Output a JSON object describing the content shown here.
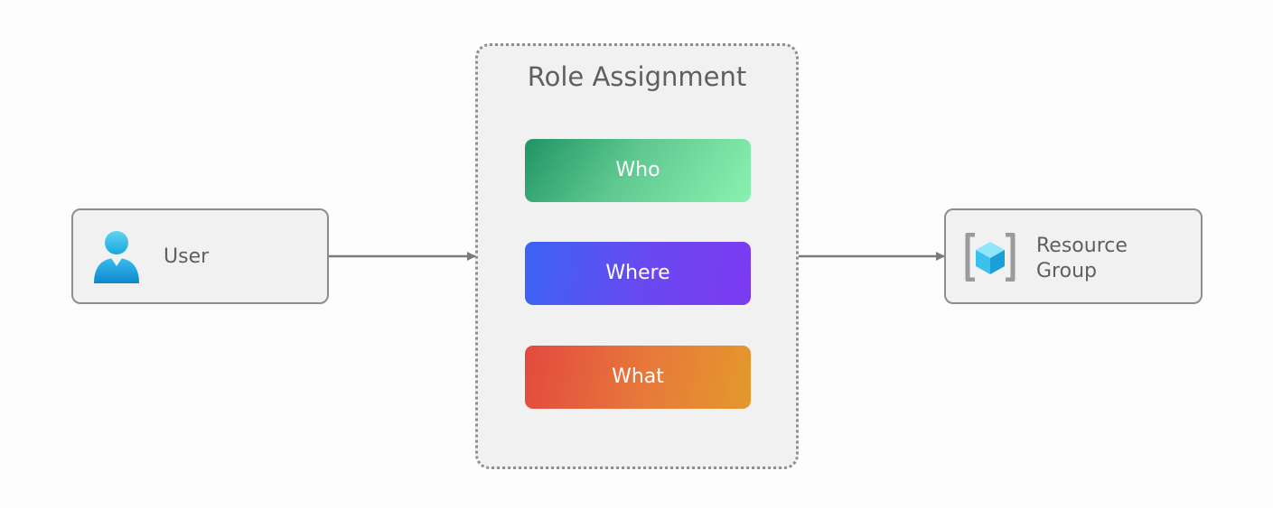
{
  "nodes": {
    "user": {
      "label": "User",
      "icon": "user-icon"
    },
    "role_assignment": {
      "title": "Role Assignment",
      "items": [
        {
          "label": "Who"
        },
        {
          "label": "Where"
        },
        {
          "label": "What"
        }
      ]
    },
    "resource_group": {
      "label": "Resource\nGroup",
      "icon": "resource-group-icon"
    }
  },
  "colors": {
    "who": "#4ac384",
    "where": "#5a52f2",
    "what": "#e46d3a",
    "border": "#8e8e8e",
    "text": "#5f5f5f"
  }
}
